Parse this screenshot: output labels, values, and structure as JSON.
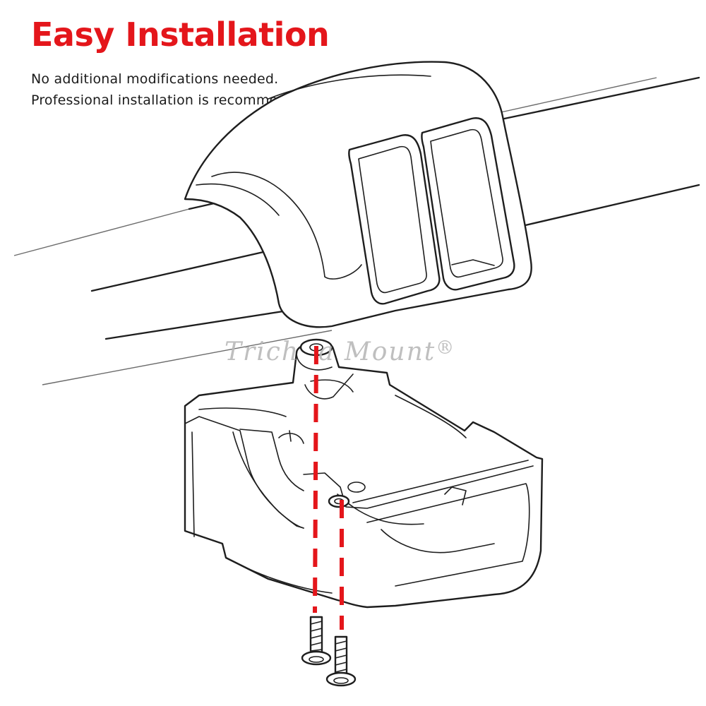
{
  "header": {
    "title": "Easy Installation",
    "subtitle_line1": "No additional modifications needed.",
    "subtitle_line2": "Professional installation is recommended."
  },
  "watermark": {
    "text": "Trich  a Mount",
    "mark": "®"
  },
  "colors": {
    "accent": "#e4161b",
    "line": "#1e1e1e",
    "background": "#ffffff"
  },
  "illustration": {
    "parts": [
      "handlebar-tube",
      "upper-switch-housing",
      "lower-switch-housing",
      "mounting-screw",
      "mounting-screw"
    ],
    "icons": [
      "alignment-dashed-line",
      "screw-icon"
    ]
  }
}
